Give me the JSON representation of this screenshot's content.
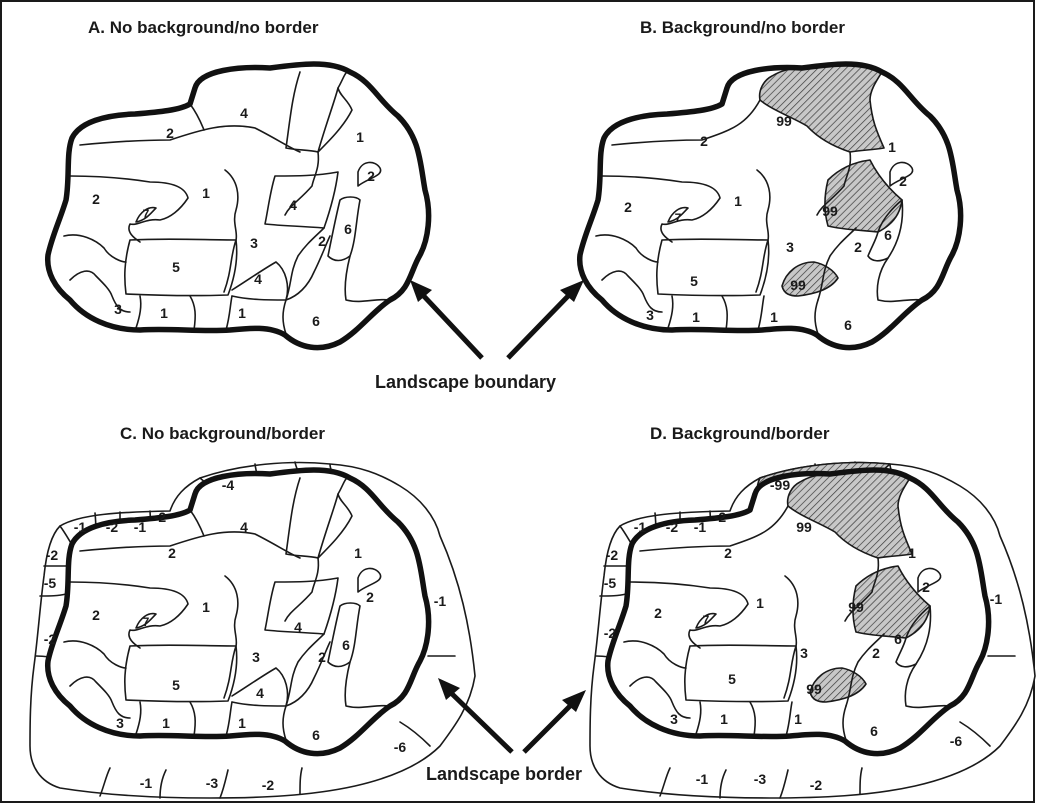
{
  "panels": {
    "a": {
      "title": "A. No background/no border",
      "labels": {
        "l4": "4",
        "l2top": "2",
        "l1right": "1",
        "l2island": "2",
        "l2left": "2",
        "l7": "7",
        "l1center": "1",
        "l4mid": "4",
        "l3": "3",
        "l2small": "2",
        "l6": "6",
        "l5": "5",
        "l4low": "4",
        "l3bot": "3",
        "l1bot": "1",
        "l1bot2": "1",
        "l6bot": "6"
      }
    },
    "b": {
      "title": "B. Background/no border",
      "labels": {
        "l99top": "99",
        "l2top": "2",
        "l1right": "1",
        "l2island": "2",
        "l99mid": "99",
        "l2left": "2",
        "l7": "7",
        "l1center": "1",
        "l3": "3",
        "l2small": "2",
        "l6": "6",
        "l5": "5",
        "l99low": "99",
        "l3bot": "3",
        "l1bot": "1",
        "l1bot2": "1",
        "l6bot": "6"
      }
    },
    "c": {
      "title": "C. No background/border",
      "labels": {
        "l4": "4",
        "l2top": "2",
        "l1right": "1",
        "l2island": "2",
        "l2left": "2",
        "l7": "7",
        "l1center": "1",
        "l4mid": "4",
        "l3": "3",
        "l2small": "2",
        "l6": "6",
        "l5": "5",
        "l4low": "4",
        "l3bot": "3",
        "l1bot": "1",
        "l1bot2": "1",
        "l6bot": "6"
      },
      "border_labels": {
        "b1": "-4",
        "b2": "-1",
        "b3": "-2",
        "b4": "-1",
        "b5": "-2",
        "b6": "-2",
        "b7": "-5",
        "b8": "-2",
        "b9": "-1",
        "b10": "-1",
        "b11": "-3",
        "b12": "-2",
        "b13": "-6"
      }
    },
    "d": {
      "title": "D. Background/border",
      "labels": {
        "l99top": "99",
        "l2top": "2",
        "l1right": "1",
        "l2island": "2",
        "l99mid": "99",
        "l2left": "2",
        "l7": "7",
        "l1center": "1",
        "l3": "3",
        "l2small": "2",
        "l6": "6",
        "l5": "5",
        "l99low": "99",
        "l3bot": "3",
        "l1bot": "1",
        "l1bot2": "1",
        "l6bot": "6"
      },
      "border_labels": {
        "b1": "-99",
        "b2": "-1",
        "b3": "-2",
        "b4": "-1",
        "b5": "-2",
        "b6": "-2",
        "b7": "-5",
        "b8": "-2",
        "b9": "-1",
        "b10": "-1",
        "b11": "-3",
        "b12": "-2",
        "b13": "-6"
      }
    }
  },
  "captions": {
    "boundary": "Landscape boundary",
    "border": "Landscape border"
  },
  "colors": {
    "ink": "#1a1a1a",
    "hatch_fill": "#bdbdbd",
    "paper": "#ffffff"
  }
}
